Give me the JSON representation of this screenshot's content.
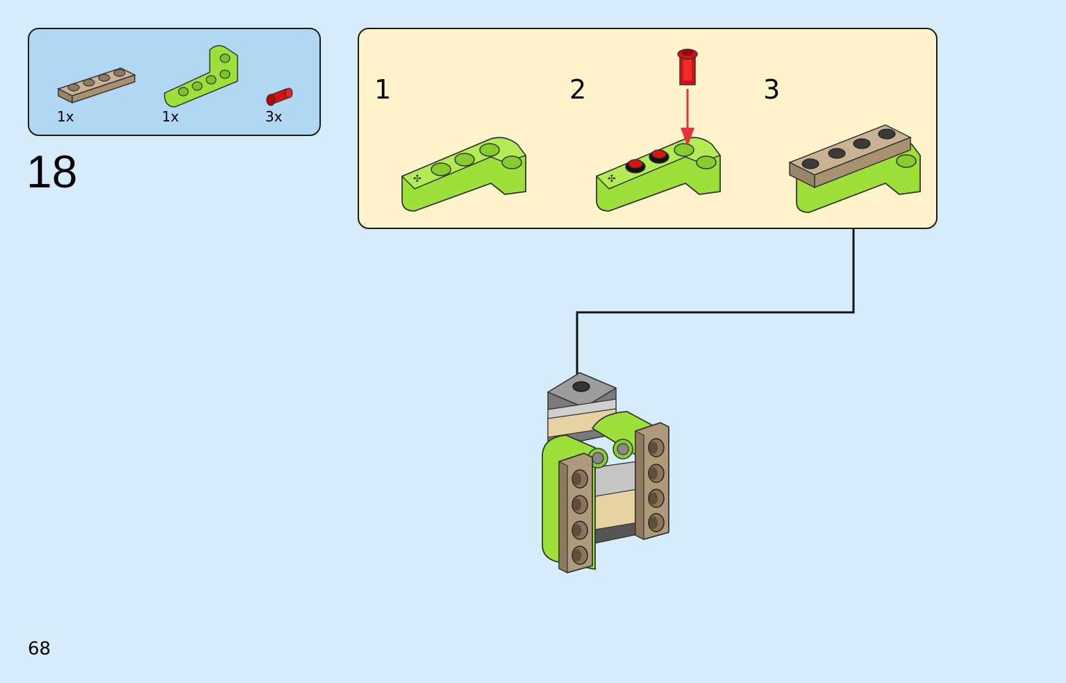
{
  "parts_list": {
    "items": [
      {
        "name": "tan-plate-1x4",
        "qty": "1x"
      },
      {
        "name": "lime-technic-l-beam",
        "qty": "1x"
      },
      {
        "name": "red-technic-pin",
        "qty": "3x"
      }
    ]
  },
  "step": {
    "number": "18"
  },
  "substeps": [
    {
      "number": "1"
    },
    {
      "number": "2"
    },
    {
      "number": "3"
    }
  ],
  "colors": {
    "background": "#d6ecfa",
    "parts_box": "#b2d7f3",
    "substep_box": "#fff4cc",
    "lime": "#9ee03a",
    "tan": "#b09a7c",
    "red": "#e01010",
    "arrow_red": "#e8313b"
  },
  "page": {
    "number": "68"
  }
}
